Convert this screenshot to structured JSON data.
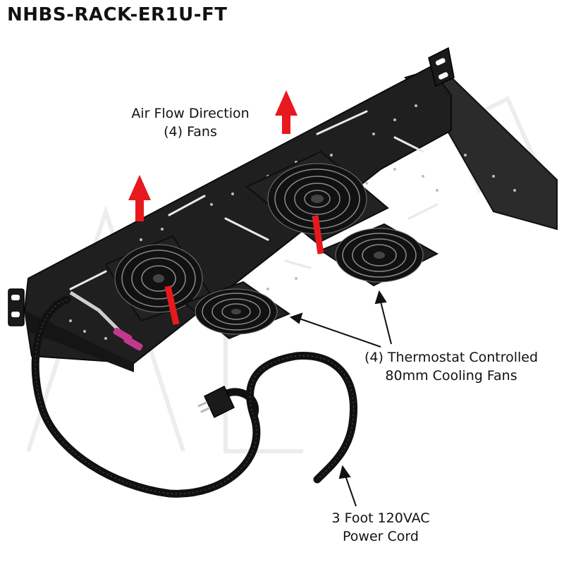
{
  "title": "NHBS-RACK-ER1U-FT",
  "labels": {
    "air_flow": {
      "line1": "Air Flow Direction",
      "line2": "(4) Fans"
    },
    "fans": {
      "line1": "(4) Thermostat Controlled",
      "line2": "80mm Cooling Fans"
    },
    "cord": {
      "line1": "3 Foot 120VAC",
      "line2": "Power Cord"
    }
  },
  "colors": {
    "arrow_red": "#e8191e",
    "bracket": "#1c1c1c",
    "fan_frame": "#2a2a2a"
  },
  "watermark_text": "ALTELIX"
}
